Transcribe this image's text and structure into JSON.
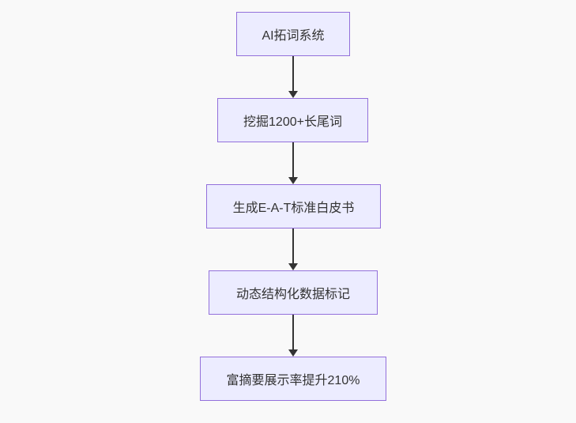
{
  "flowchart": {
    "type": "flowchart",
    "direction": "top-down",
    "nodes": [
      {
        "label": "AI拓词系统"
      },
      {
        "label": "挖掘1200+长尾词"
      },
      {
        "label": "生成E-A-T标准白皮书"
      },
      {
        "label": "动态结构化数据标记"
      },
      {
        "label": "富摘要展示率提升210%"
      }
    ],
    "edges": [
      {
        "from": "AI拓词系统",
        "to": "挖掘1200+长尾词",
        "style": "arrow-down"
      },
      {
        "from": "挖掘1200+长尾词",
        "to": "生成E-A-T标准白皮书",
        "style": "arrow-down"
      },
      {
        "from": "生成E-A-T标准白皮书",
        "to": "动态结构化数据标记",
        "style": "arrow-down"
      },
      {
        "from": "动态结构化数据标记",
        "to": "富摘要展示率提升210%",
        "style": "arrow-down"
      }
    ],
    "colors": {
      "background": "#f9f9f9",
      "node_fill": "#ececff",
      "node_border": "#9370db",
      "arrow": "#333333",
      "text": "#333333"
    }
  }
}
